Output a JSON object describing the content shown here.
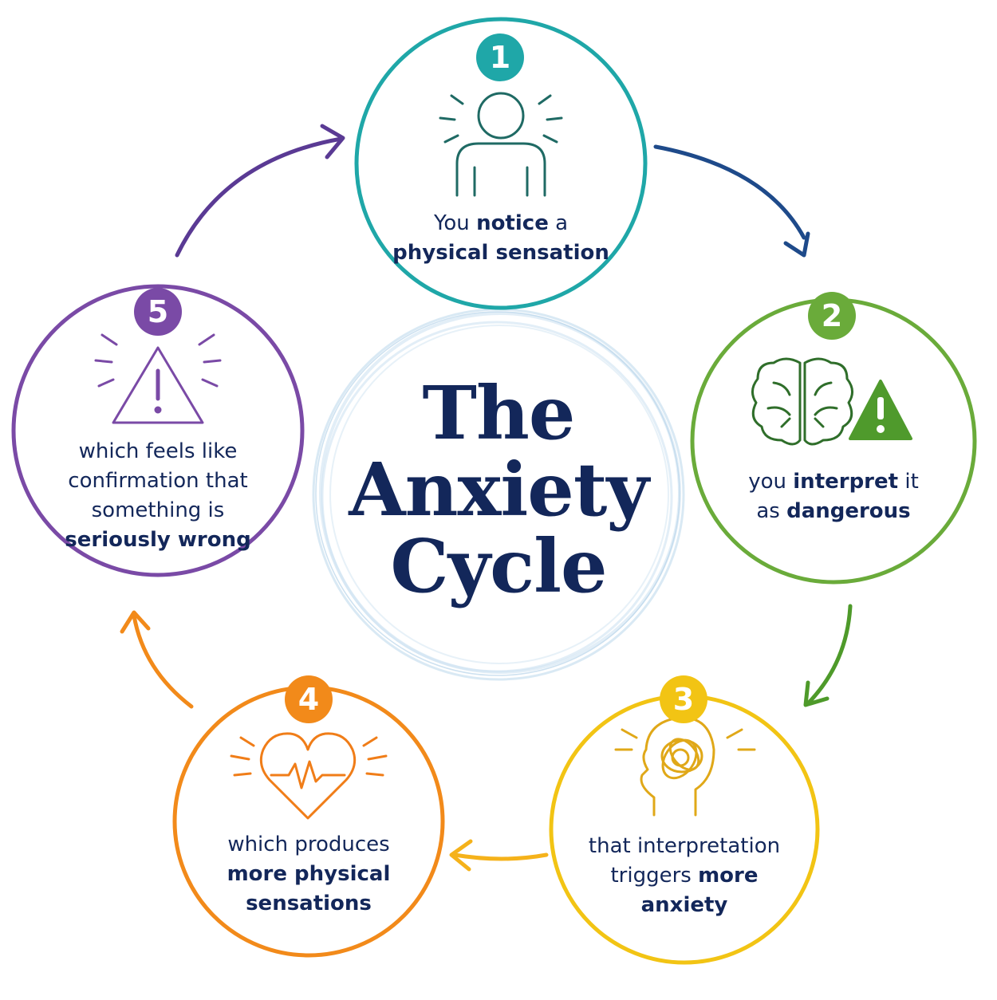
{
  "title": {
    "line1": "The",
    "line2": "Anxiety",
    "line3": "Cycle"
  },
  "colors": {
    "step1": "#1fa7a8",
    "step2": "#6aab3a",
    "step3": "#f2c414",
    "step4": "#f28a1a",
    "step5": "#7a4aa6",
    "title": "#13275a",
    "arrow_1_2": "#1e4a8a",
    "arrow_2_3": "#4e9a2a",
    "arrow_3_4": "#f5b21a",
    "arrow_4_5": "#f28a1a",
    "arrow_5_1": "#5a3a94"
  },
  "steps": [
    {
      "number": "1",
      "icon": "person-radiating-icon",
      "l1a": "You ",
      "l1b": "notice",
      "l1c": " a",
      "l2": "physical sensation"
    },
    {
      "number": "2",
      "icon": "brain-warning-icon",
      "l1a": "you ",
      "l1b": "interpret",
      "l1c": " it",
      "l2a": "as ",
      "l2b": "dangerous"
    },
    {
      "number": "3",
      "icon": "tangled-head-icon",
      "l1": "that interpretation",
      "l2a": "triggers ",
      "l2b": "more",
      "l3": "anxiety"
    },
    {
      "number": "4",
      "icon": "heartbeat-icon",
      "l1": "which produces",
      "l2": "more physical",
      "l3": "sensations"
    },
    {
      "number": "5",
      "icon": "warning-triangle-icon",
      "l1": "which feels like",
      "l2": "confirmation that",
      "l3": "something is",
      "l4": "seriously wrong"
    }
  ]
}
